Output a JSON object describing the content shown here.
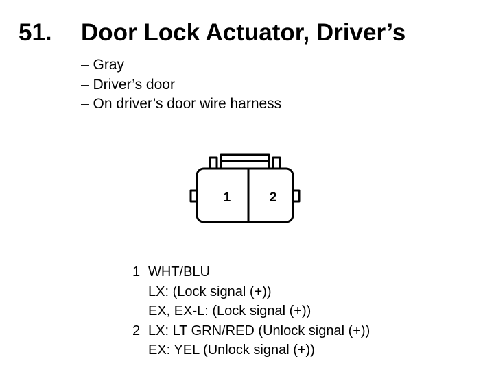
{
  "header": {
    "number": "51.",
    "title": "Door Lock Actuator, Driver’s"
  },
  "details": [
    "– Gray",
    "– Driver’s door",
    "– On driver’s door wire harness"
  ],
  "connector": {
    "terminal_labels": [
      "1",
      "2"
    ]
  },
  "pins": [
    {
      "number": "1",
      "lines": [
        "WHT/BLU",
        "LX: (Lock signal (+))",
        "EX, EX-L: (Lock signal (+))"
      ]
    },
    {
      "number": "2",
      "lines": [
        "LX: LT GRN/RED (Unlock signal (+))",
        "EX: YEL (Unlock signal (+))"
      ]
    }
  ]
}
